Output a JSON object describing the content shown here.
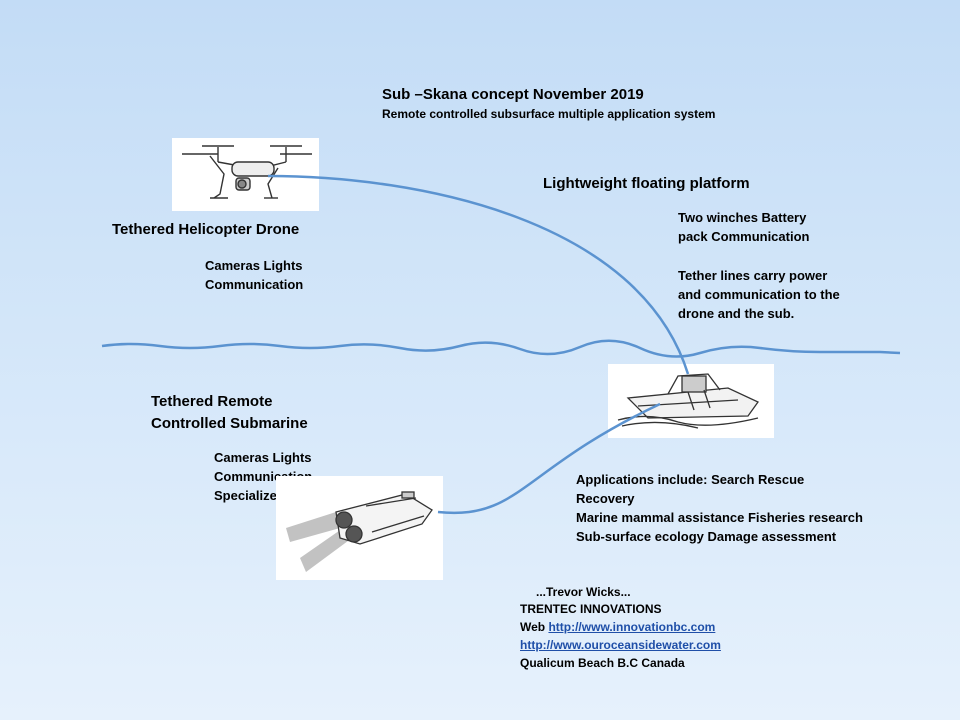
{
  "header": {
    "title": "Sub –Skana  concept November 2019",
    "subtitle": "Remote controlled subsurface multiple application system"
  },
  "platform": {
    "heading": "Lightweight floating platform",
    "details": [
      "Two winches     Battery",
      "pack  Communication"
    ],
    "tether": [
      " Tether lines carry power",
      "and communication to the",
      "drone and the sub."
    ]
  },
  "drone": {
    "heading": "Tethered Helicopter Drone",
    "features": [
      "Cameras    Lights",
      "Communication"
    ]
  },
  "sub": {
    "heading_lines": [
      "Tethered Remote",
      "Controlled Submarine"
    ],
    "features": [
      "Cameras    Lights",
      "Communication",
      "Specialized tools"
    ]
  },
  "applications": {
    "lines": [
      "Applications include:  Search   Rescue",
      "Recovery",
      "Marine mammal assistance  Fisheries research",
      "Sub-surface ecology    Damage assessment"
    ]
  },
  "credits": {
    "author": "...Trevor Wicks...",
    "company": "TRENTEC INNOVATIONS",
    "web_prefix": "Web ",
    "link1": "http://www.innovationbc.com",
    "link2": "http://www.ouroceansidewater.com",
    "location": "Qualicum Beach    B.C     Canada"
  },
  "colors": {
    "background_top": "#c3dcf6",
    "background_bottom": "#e6f1fc",
    "tether_line": "#5b93d0",
    "link": "#1f4fa8"
  }
}
